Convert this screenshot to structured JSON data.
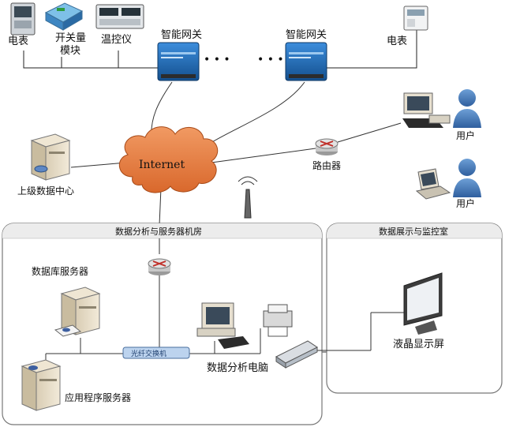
{
  "devices": {
    "meter_left": "电表",
    "switch_module_line1": "开关量",
    "switch_module_line2": "模块",
    "temp_controller": "温控仪",
    "gateway_left": "智能网关",
    "gateway_right": "智能网关",
    "meter_right": "电表",
    "dots_left": "• • •",
    "dots_right": "• • •"
  },
  "network": {
    "internet": "Internet",
    "router": "路由器",
    "user_top": "用户",
    "user_bottom": "用户",
    "upper_data_center": "上级数据中心"
  },
  "rooms": {
    "server_room_title": "数据分析与服务器机房",
    "monitor_room_title": "数据展示与监控室"
  },
  "server_room": {
    "db_server": "数据库服务器",
    "app_server": "应用程序服务器",
    "fiber_switch": "光纤交换机",
    "analysis_pc": "数据分析电脑"
  },
  "monitor_room": {
    "lcd_screen": "液晶显示屏"
  },
  "colors": {
    "cloud": "#e07b45",
    "gateway": "#1f6fc0",
    "room_border": "#777777",
    "title_bar": "#ececec"
  }
}
